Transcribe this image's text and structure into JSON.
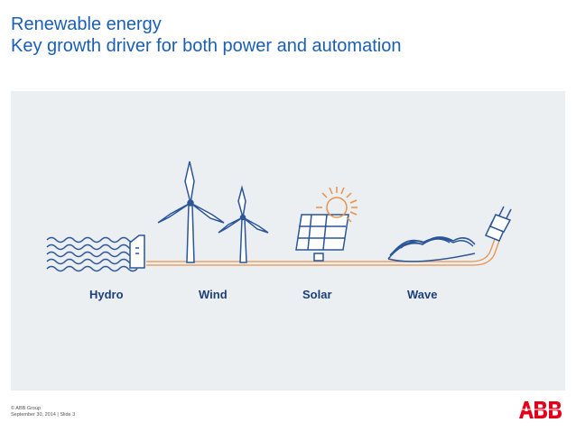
{
  "slide": {
    "title": "Renewable energy",
    "subtitle": "Key growth driver for both power and automation"
  },
  "labels": {
    "hydro": "Hydro",
    "wind": "Wind",
    "solar": "Solar",
    "wave": "Wave"
  },
  "footer": {
    "copyright": "© ABB Group",
    "date_slide": "September 30, 2014 | Slide 3"
  },
  "logo": {
    "text": "ABB",
    "color": "#e2001a"
  },
  "colors": {
    "title": "#1a5fb4",
    "label": "#1c3f78",
    "line_art": "#2a5597",
    "accent": "#e8904a",
    "panel": "#eceff2"
  }
}
